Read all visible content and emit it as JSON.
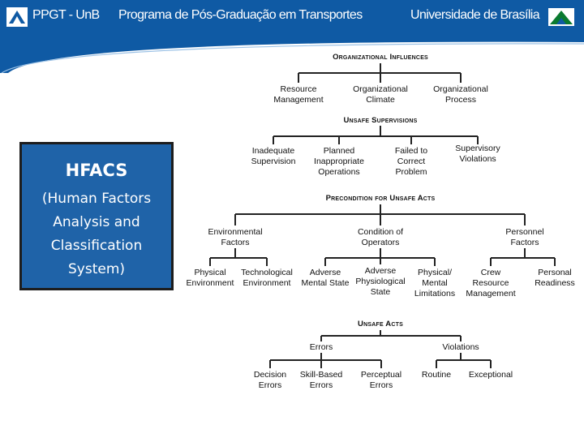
{
  "header": {
    "logo_text": "PPGT - UnB",
    "program": "Programa de Pós-Graduação em Transportes",
    "university": "Universidade de Brasília"
  },
  "box": {
    "title": "HFACS",
    "subtitle": "(Human Factors Analysis and Classification System)"
  },
  "tree": {
    "organizational_influences": {
      "title": "Organizational Influences",
      "items": [
        "Resource\nManagement",
        "Organizational\nClimate",
        "Organizational\nProcess"
      ]
    },
    "unsafe_supervisions": {
      "title": "Unsafe Supervisions",
      "items": [
        "Inadequate\nSupervision",
        "Planned\nInappropriate\nOperations",
        "Failed to\nCorrect\nProblem",
        "Supervisory\nViolations"
      ]
    },
    "precondition": {
      "title": "Precondition for Unsafe Acts",
      "groups": [
        "Environmental\nFactors",
        "Condition of\nOperators",
        "Personnel\nFactors"
      ],
      "items": [
        "Physical\nEnvironment",
        "Technological\nEnvironment",
        "Adverse\nMental State",
        "Adverse\nPhysiological\nState",
        "Physical/\nMental\nLimitations",
        "Crew\nResource\nManagement",
        "Personal\nReadiness"
      ]
    },
    "unsafe_acts": {
      "title": "Unsafe Acts",
      "groups": [
        "Errors",
        "Violations"
      ],
      "items": [
        "Decision\nErrors",
        "Skill-Based\nErrors",
        "Perceptual\nErrors",
        "Routine",
        "Exceptional"
      ]
    }
  }
}
